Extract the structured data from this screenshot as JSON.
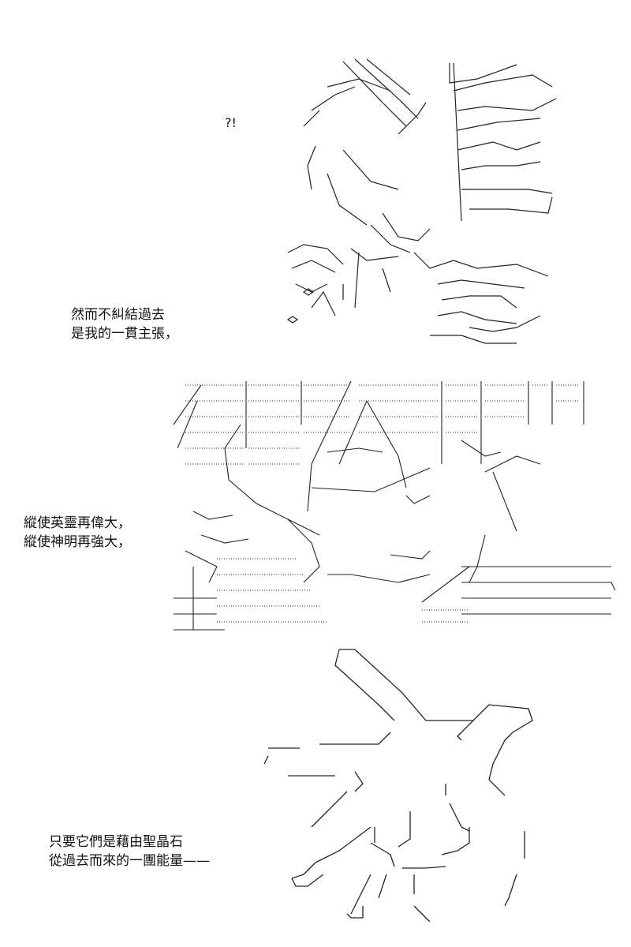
{
  "panel1": {
    "interjection": "?!",
    "caption_line1": "然而不糾結過去",
    "caption_line2": "是我的一貫主張，"
  },
  "panel2": {
    "caption_line1": "縱使英靈再偉大，",
    "caption_line2": "縱使神明再強大，"
  },
  "panel3": {
    "caption_line1": "只要它們是藉由聖晶石",
    "caption_line2": "從過去而來的一團能量——"
  },
  "art": {
    "panel1": "ascii-art-character-with-book",
    "panel2": "ascii-art-closeup-smirk",
    "panel3": "ascii-art-pointing-hand"
  }
}
